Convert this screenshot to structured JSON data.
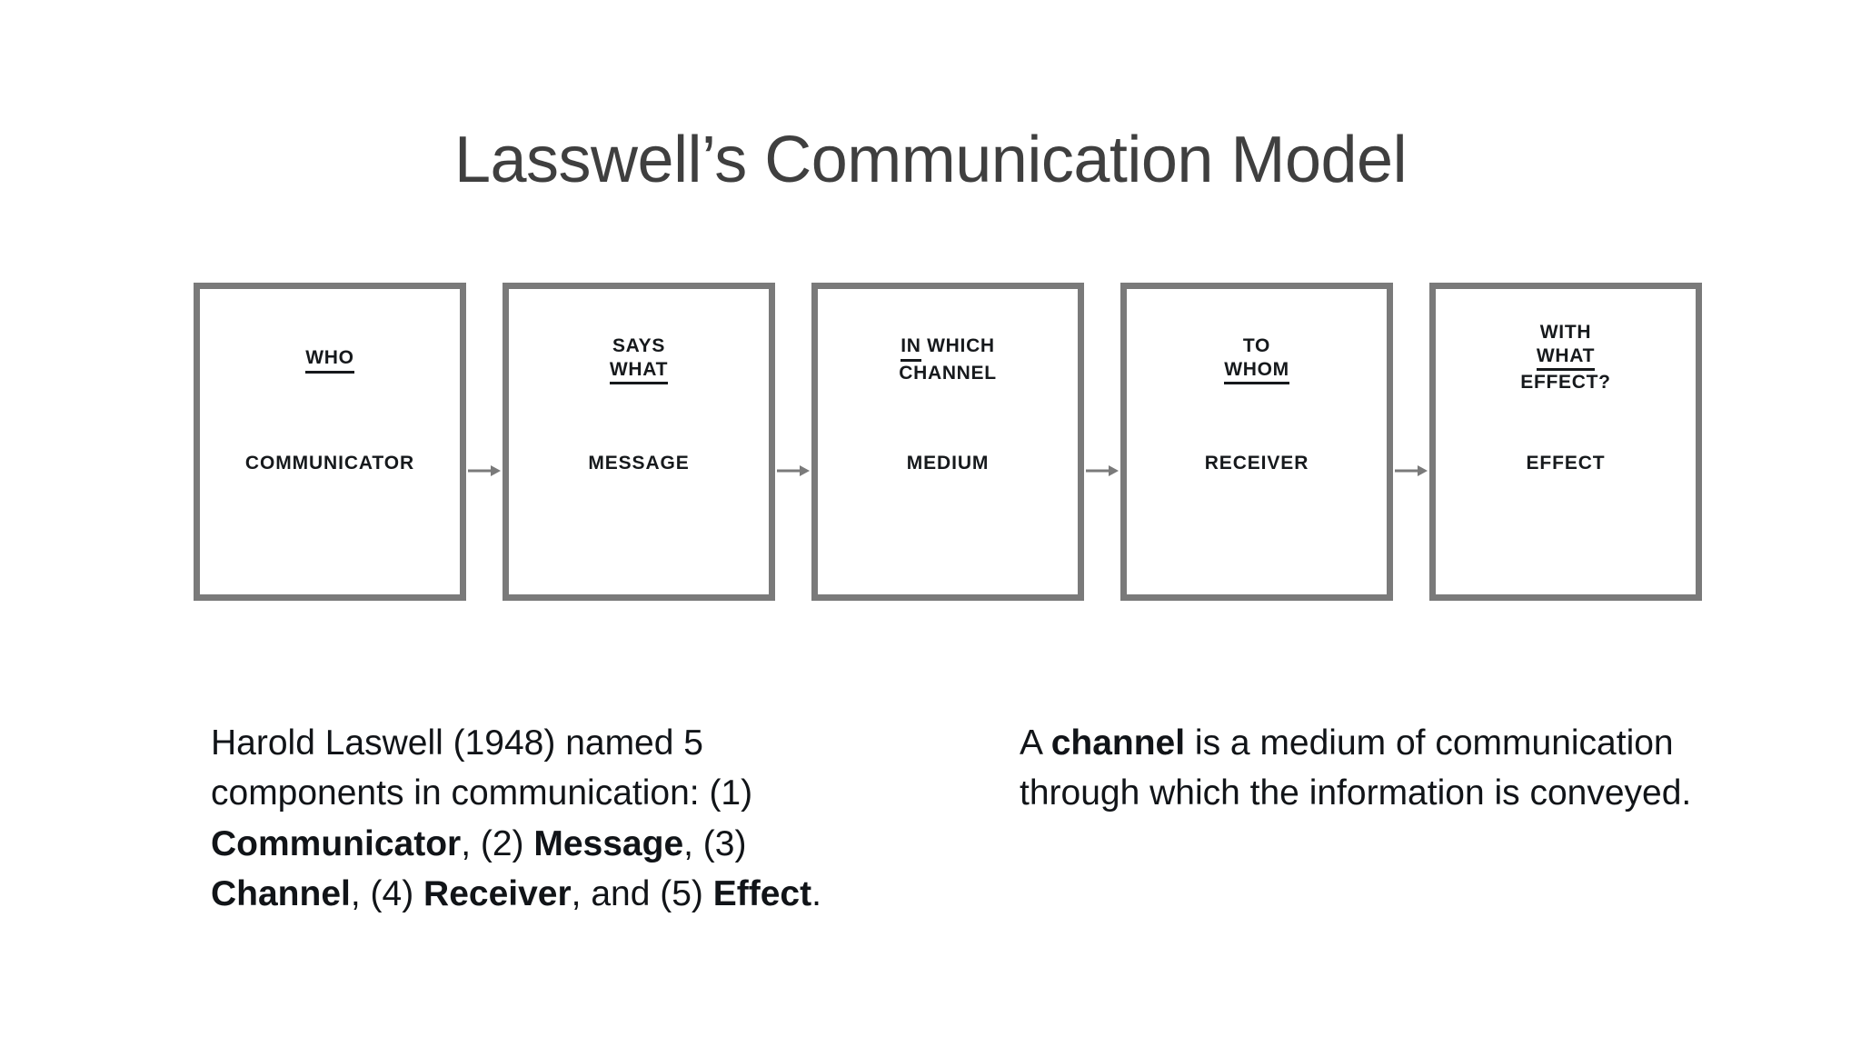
{
  "slide": {
    "title": "Lasswell’s Communication Model",
    "background_color": "#ffffff",
    "title_color": "#3f3f3f",
    "box_border_color": "#7a7a7a",
    "text_color": "#16191c"
  },
  "diagram": {
    "type": "linear-flow",
    "arrow_label": "flow-arrow",
    "boxes": [
      {
        "id": "communicator",
        "question_lines": [
          "WHO"
        ],
        "underlined_line_index": 0,
        "answer": "COMMUNICATOR"
      },
      {
        "id": "message",
        "question_lines": [
          "SAYS",
          "WHAT"
        ],
        "underlined_line_index": 1,
        "answer": "MESSAGE"
      },
      {
        "id": "medium",
        "question_lines": [
          "IN WHICH",
          "CHANNEL"
        ],
        "underlined_line_index": 0,
        "answer": "MEDIUM"
      },
      {
        "id": "receiver",
        "question_lines": [
          "TO",
          "WHOM"
        ],
        "underlined_line_index": 1,
        "answer": "RECEIVER"
      },
      {
        "id": "effect",
        "question_lines": [
          "WITH",
          "WHAT",
          "EFFECT?"
        ],
        "underlined_line_index": 1,
        "answer": "EFFECT"
      }
    ]
  },
  "body": {
    "left_paragraph": {
      "segments": [
        {
          "text": "Harold Laswell (1948) named 5 components in communication: (1) ",
          "bold": false
        },
        {
          "text": "Communicator",
          "bold": true
        },
        {
          "text": ", (2) ",
          "bold": false
        },
        {
          "text": "Message",
          "bold": true
        },
        {
          "text": ", (3) ",
          "bold": false
        },
        {
          "text": "Channel",
          "bold": true
        },
        {
          "text": ", (4) ",
          "bold": false
        },
        {
          "text": "Receiver",
          "bold": true
        },
        {
          "text": ", and (5) ",
          "bold": false
        },
        {
          "text": "Effect",
          "bold": true
        },
        {
          "text": ".",
          "bold": false
        }
      ]
    },
    "right_paragraph": {
      "segments": [
        {
          "text": "A ",
          "bold": false
        },
        {
          "text": "channel",
          "bold": true
        },
        {
          "text": " is a medium of communication through which the information is conveyed.",
          "bold": false
        }
      ]
    }
  }
}
